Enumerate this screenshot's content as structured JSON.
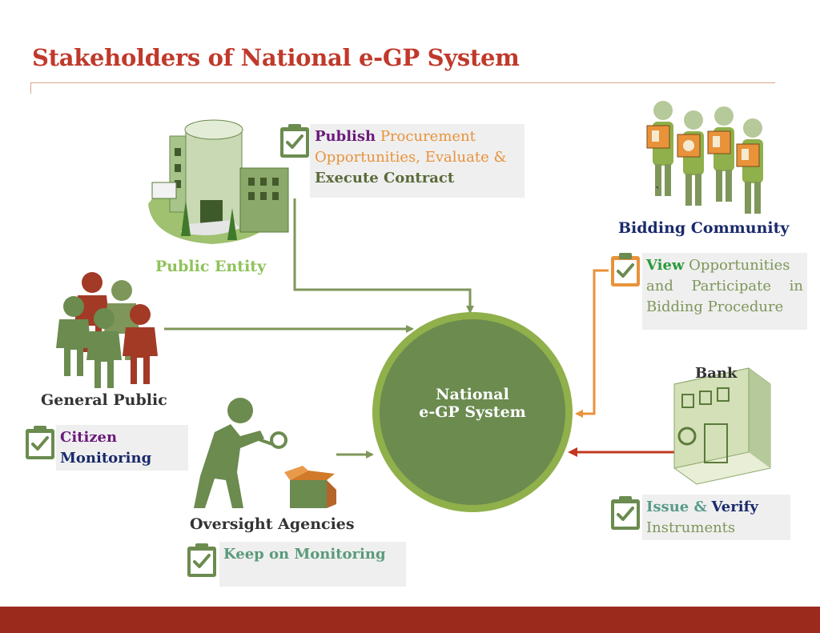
{
  "title": "Stakeholders of National e-GP System",
  "center": {
    "line1": "National",
    "line2": "e-GP System"
  },
  "stakeholders": {
    "public_entity": {
      "label": "Public Entity",
      "action": {
        "w1": "Publish",
        "w2": "Procurement",
        "w3": "Opportunities, Evaluate &",
        "w4": "Execute Contract"
      }
    },
    "bidding_community": {
      "label": "Bidding Community",
      "stray_mark": "`",
      "action": {
        "w1": "View",
        "w2": "Opportunities",
        "w3": "and Participate in",
        "w4": "Bidding Procedure"
      }
    },
    "general_public": {
      "label": "General Public",
      "action": {
        "w1": "Citizen",
        "w2": "Monitoring"
      }
    },
    "oversight": {
      "label": "Oversight Agencies",
      "action": {
        "w1": "Keep on Monitoring"
      }
    },
    "bank": {
      "label": "Bank",
      "action": {
        "w1": "Issue &",
        "w2": "Verify",
        "w3": "Instruments"
      }
    }
  },
  "colors": {
    "title": "#c0392b",
    "footer": "#9b2a1d",
    "green_dark": "#5a7a3a",
    "green_olive": "#7f965a",
    "circle_outer": "#8fb04a",
    "circle_inner": "#6b8b4f",
    "navy": "#1a2a6c",
    "purple": "#6a1b7a",
    "teal": "#5a9a8a",
    "orange_arrow": "#e8923a",
    "red_arrow": "#c0391f"
  }
}
